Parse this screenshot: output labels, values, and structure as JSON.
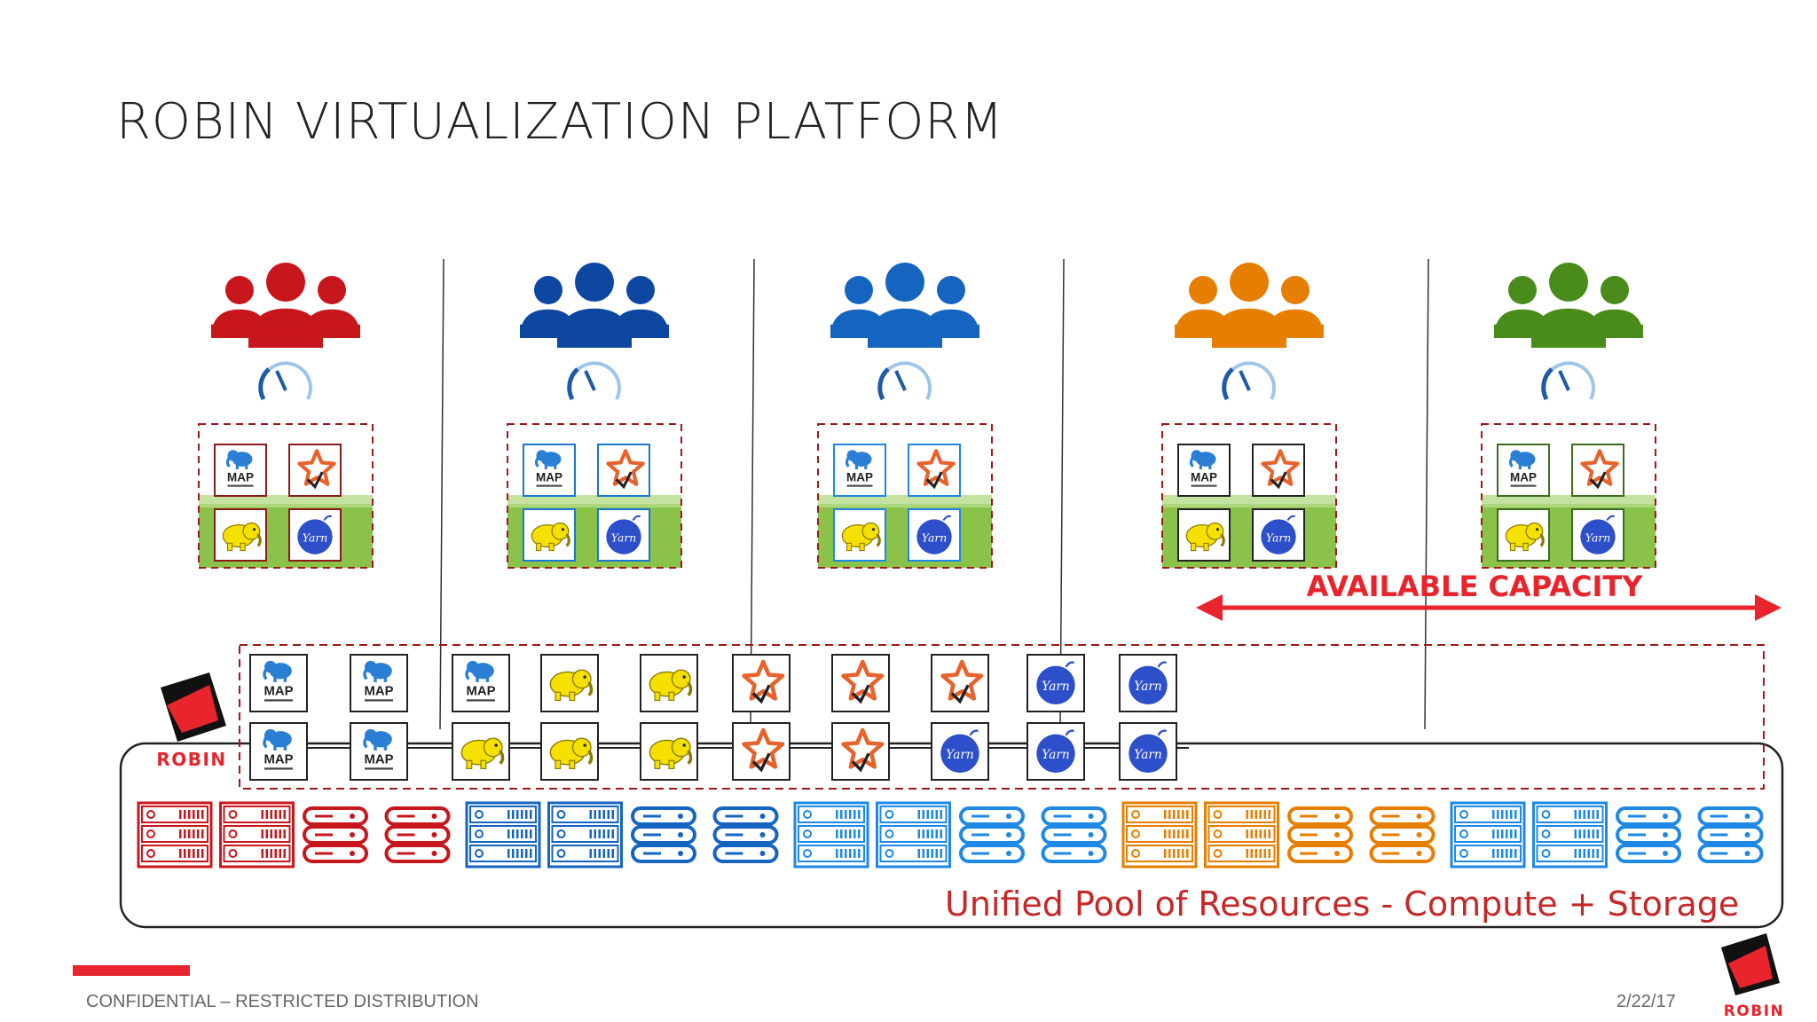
{
  "slide": {
    "title": "ROBIN VIRTUALIZATION PLATFORM",
    "capacity_label": "AVAILABLE CAPACITY",
    "pool_label": "Unified  Pool of Resources - Compute + Storage",
    "robin_wordmark": "ROBIN",
    "footer_left": "CONFIDENTIAL – RESTRICTED DISTRIBUTION",
    "footer_date": "2/22/17"
  },
  "icon_labels": {
    "mapreduce": "MAP",
    "yarn": "Yarn"
  },
  "colors": {
    "red": "#c8161d",
    "dark_blue": "#0d47a1",
    "blue": "#1565c0",
    "orange": "#e67e00",
    "green": "#4a8c1c",
    "accent_red": "#e8242c",
    "green_fill": "#8bc34a",
    "mapr_blue": "#2a7fd4",
    "yarn_blue": "#2d4fc9",
    "elephant_yellow": "#f5e000"
  },
  "tenants": [
    {
      "color": "#c8161d",
      "box_border": "#8b1a1a"
    },
    {
      "color": "#0d47a1",
      "box_border": "#1976d2"
    },
    {
      "color": "#1565c0",
      "box_border": "#1e88e5"
    },
    {
      "color": "#e67e00",
      "box_border": "#222222"
    },
    {
      "color": "#4a8c1c",
      "box_border": "#3d6e1f"
    }
  ],
  "pool_rows": [
    [
      "mapreduce",
      "mapreduce",
      "mapreduce",
      "hadoop",
      "hadoop",
      "spark",
      "spark",
      "spark",
      "yarn",
      "yarn"
    ],
    [
      "mapreduce",
      "mapreduce",
      "hadoop",
      "hadoop",
      "hadoop",
      "spark",
      "spark",
      "yarn",
      "yarn",
      "yarn"
    ]
  ],
  "servers": [
    {
      "kind": "rack",
      "color": "#c8161d"
    },
    {
      "kind": "rack",
      "color": "#c8161d"
    },
    {
      "kind": "disk",
      "color": "#c8161d"
    },
    {
      "kind": "disk",
      "color": "#c8161d"
    },
    {
      "kind": "rack",
      "color": "#1565c0"
    },
    {
      "kind": "rack",
      "color": "#1565c0"
    },
    {
      "kind": "disk",
      "color": "#1565c0"
    },
    {
      "kind": "disk",
      "color": "#1565c0"
    },
    {
      "kind": "rack",
      "color": "#1e88e5"
    },
    {
      "kind": "rack",
      "color": "#1e88e5"
    },
    {
      "kind": "disk",
      "color": "#1e88e5"
    },
    {
      "kind": "disk",
      "color": "#1e88e5"
    },
    {
      "kind": "rack",
      "color": "#e67e00"
    },
    {
      "kind": "rack",
      "color": "#e67e00"
    },
    {
      "kind": "disk",
      "color": "#e67e00"
    },
    {
      "kind": "disk",
      "color": "#e67e00"
    },
    {
      "kind": "rack",
      "color": "#1e88e5"
    },
    {
      "kind": "rack",
      "color": "#1e88e5"
    },
    {
      "kind": "disk",
      "color": "#1e88e5"
    },
    {
      "kind": "disk",
      "color": "#1e88e5"
    }
  ]
}
